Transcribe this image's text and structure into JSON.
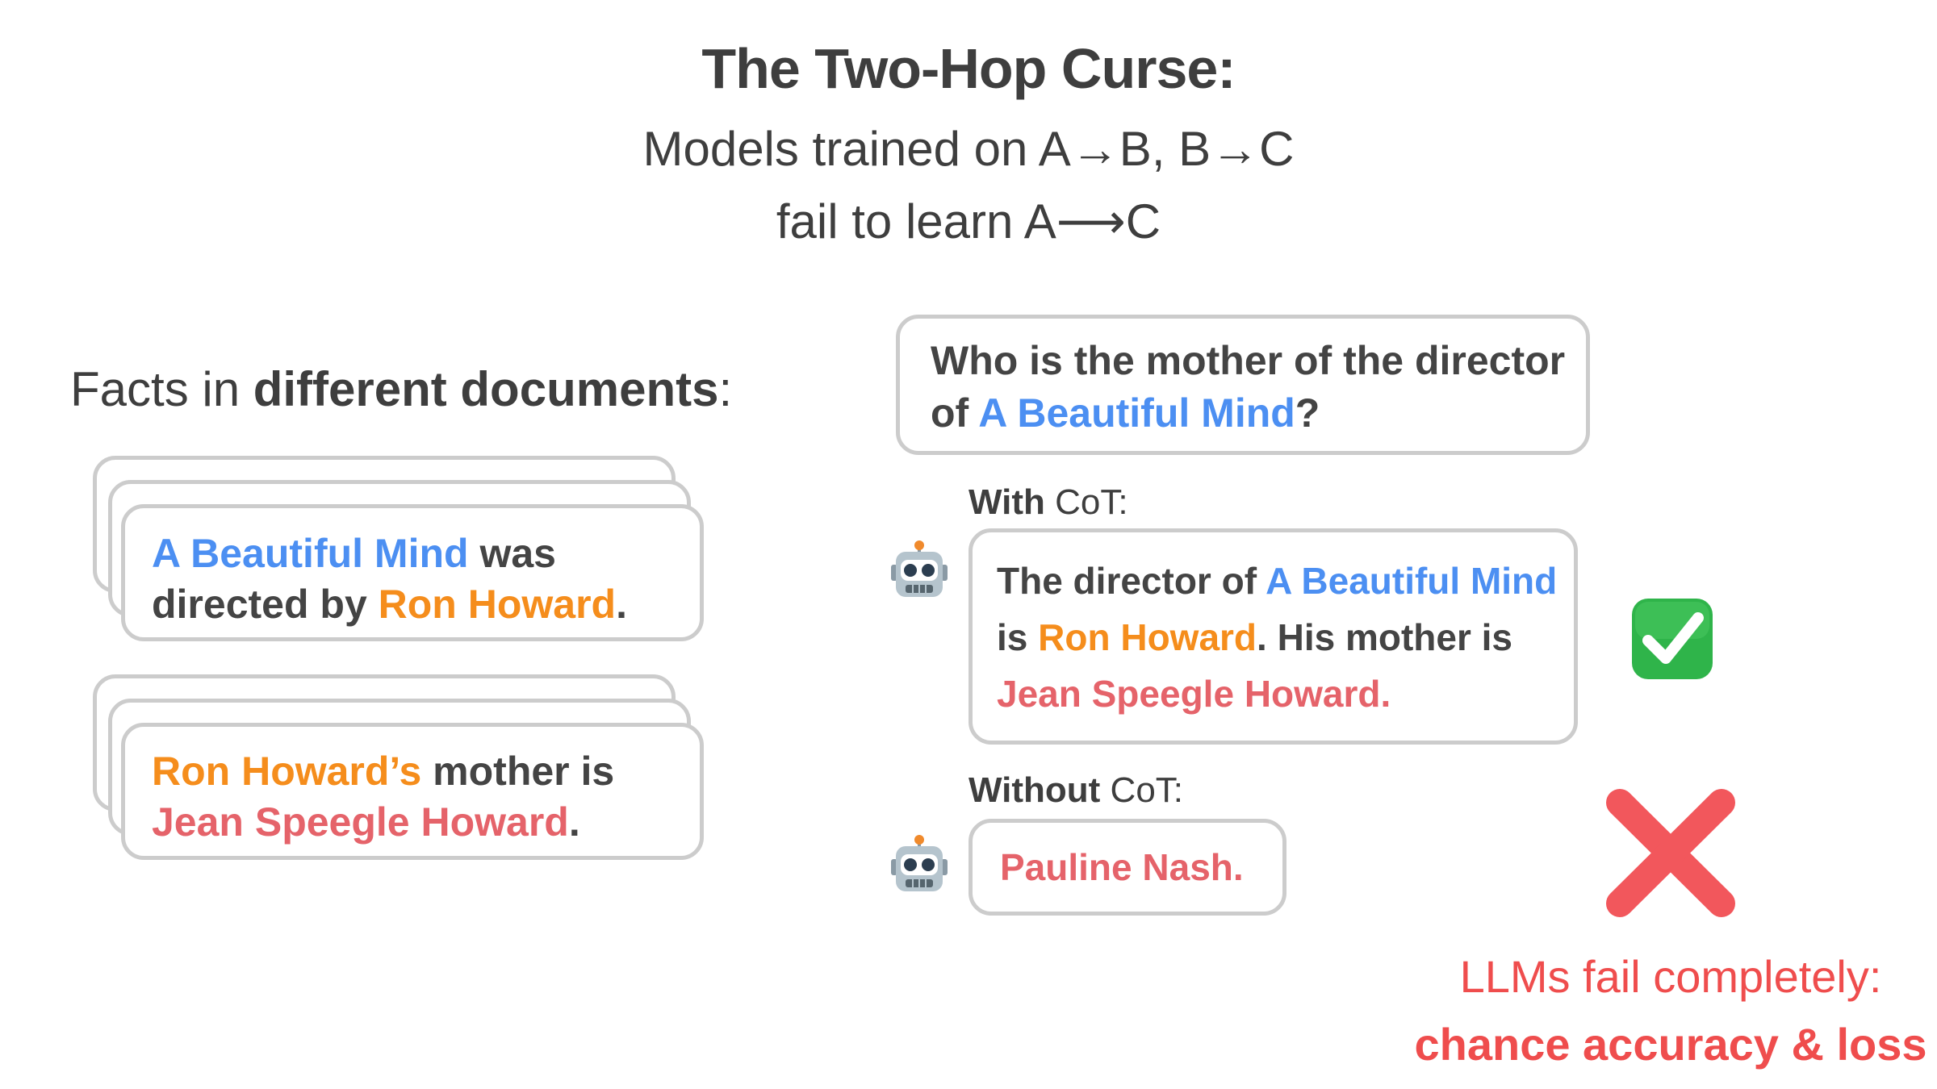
{
  "header": {
    "title": "The Two-Hop Curse:",
    "line1": "Models trained on A→B, B→C",
    "line2": "fail to learn A⟶C"
  },
  "left": {
    "intro_prefix": "Facts in ",
    "intro_bold": "different documents",
    "intro_suffix": ":",
    "fact1": {
      "part1": "A Beautiful Mind",
      "part2": " was",
      "part3": "directed by ",
      "part4": "Ron Howard",
      "part5": "."
    },
    "fact2": {
      "part1": "Ron Howard’s",
      "part2": " mother is",
      "part3": "Jean Speegle Howard",
      "part4": "."
    }
  },
  "question": {
    "line1": "Who is the mother of the director",
    "line2_prefix": "of ",
    "line2_movie": "A Beautiful Mind",
    "line2_suffix": "?"
  },
  "with_cot": {
    "label_bold": "With",
    "label_rest": " CoT:",
    "line1_prefix": "The director of ",
    "line1_movie": "A Beautiful Mind",
    "line2_prefix": "is ",
    "line2_person": "Ron Howard",
    "line2_suffix": ". His mother is",
    "line3": "Jean Speegle Howard."
  },
  "without_cot": {
    "label_bold": "Without",
    "label_rest": " CoT:",
    "answer": "Pauline Nash."
  },
  "result": {
    "line1": "LLMs fail completely:",
    "line2": "chance accuracy & loss"
  },
  "colors": {
    "blue": "#4c8ff2",
    "orange": "#f58d1c",
    "red": "#e5636a",
    "check": "#2fb44a",
    "cross": "#f2575c"
  },
  "icons": [
    "robot-icon",
    "check-mark-icon",
    "cross-mark-icon"
  ]
}
